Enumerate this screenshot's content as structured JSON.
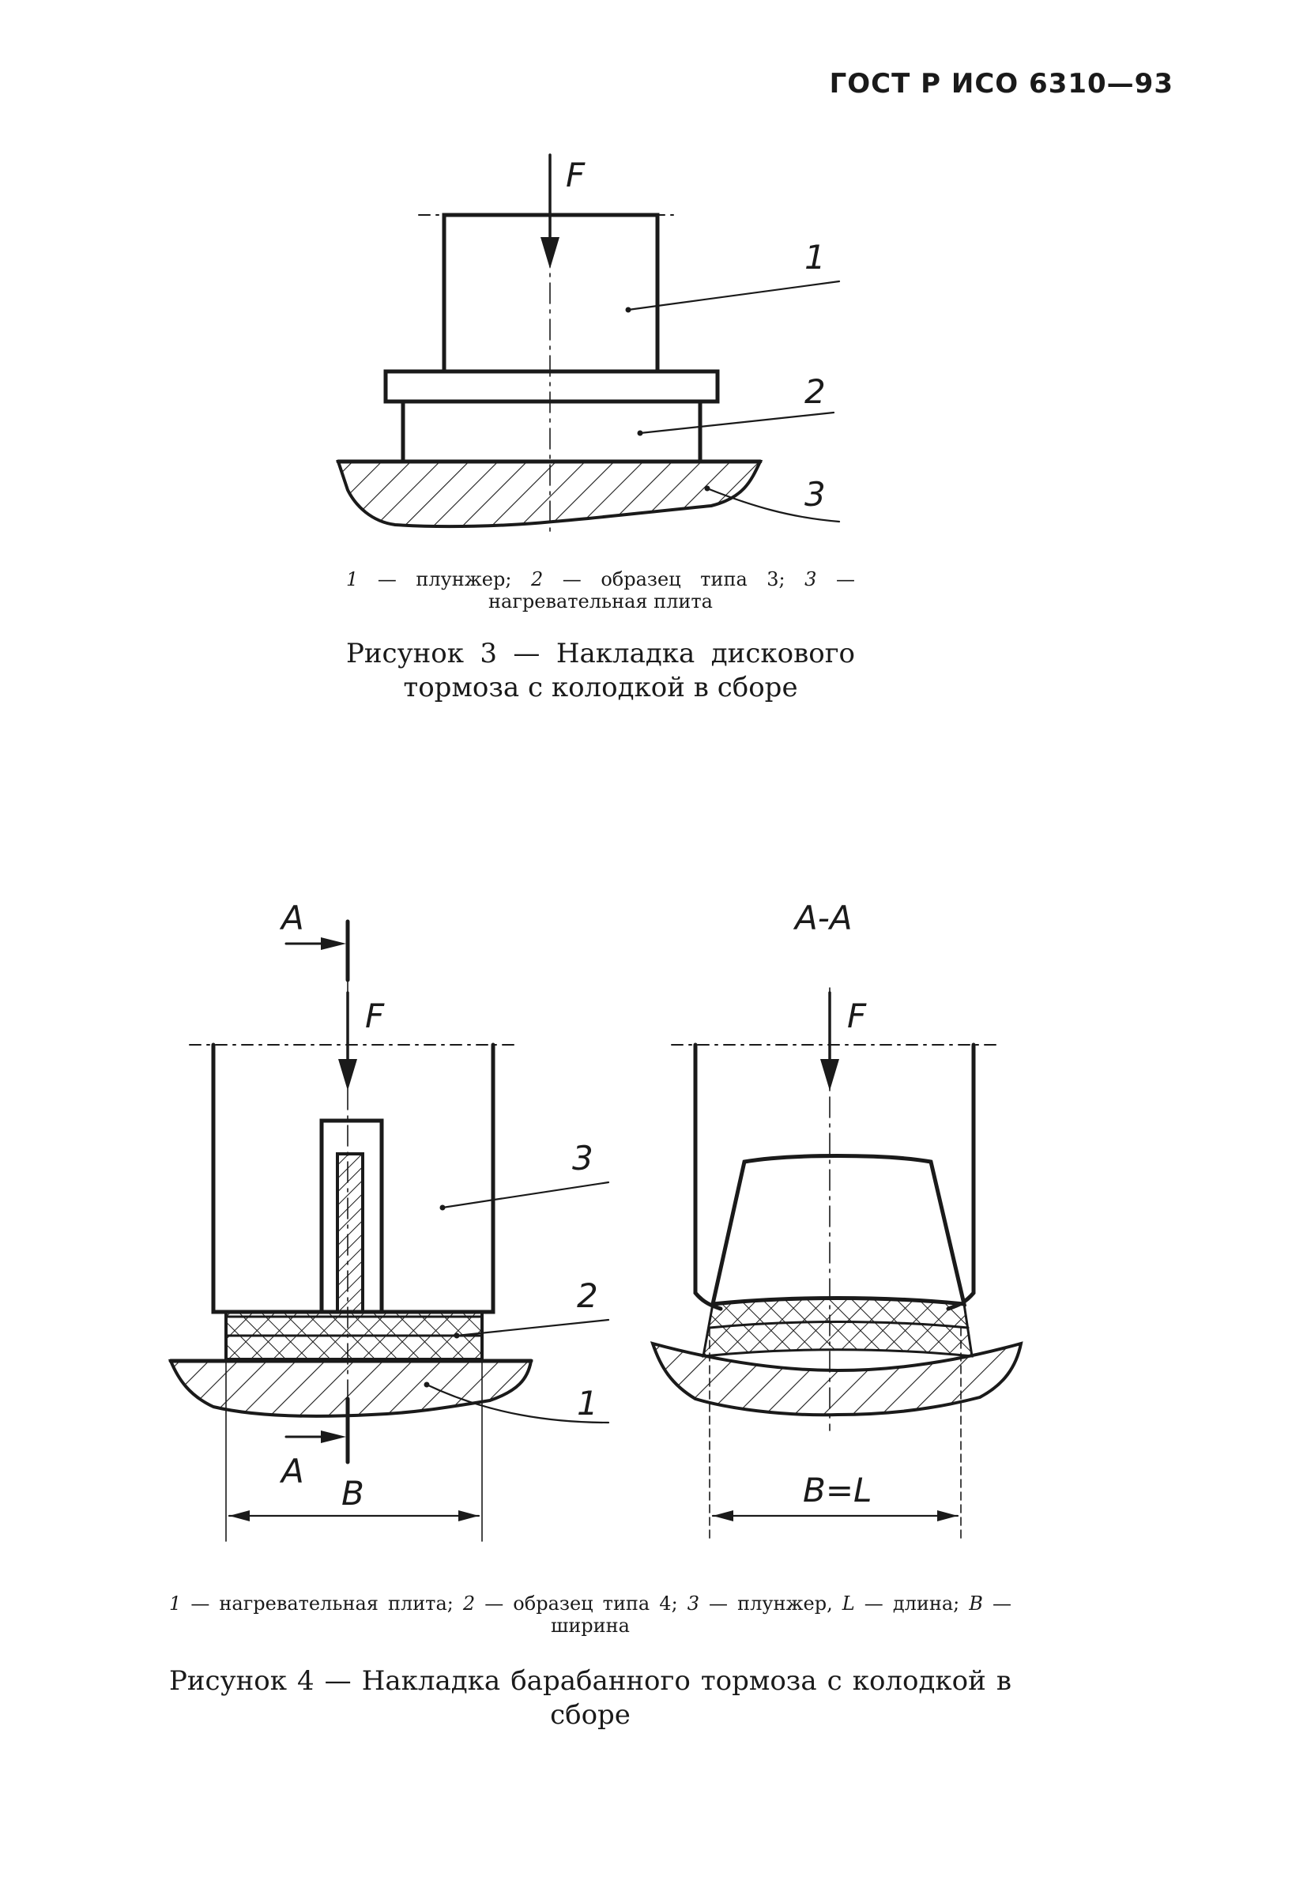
{
  "header": {
    "code": "ГОСТ Р ИСО 6310—93"
  },
  "figure3": {
    "labels": {
      "force": "F",
      "part1": "1",
      "part2": "2",
      "part3": "3"
    },
    "legend": {
      "n1": "1",
      "t1": " — плунжер;  ",
      "n2": "2",
      "t2": " — образец  типа  3;  ",
      "n3": "3",
      "t3": " — нагревательная плита"
    },
    "caption": "Рисунок   3 — Накладка   дискового тормоза с колодкой в сборе"
  },
  "figure4": {
    "labels": {
      "sectionTop": "A",
      "force": "F",
      "part3": "3",
      "part2": "2",
      "part1": "1",
      "sectionBottom": "A",
      "width": "B",
      "sectionTitle": "A-A",
      "forceRight": "F",
      "widthRight": "B=L"
    },
    "legend": {
      "n1": "1",
      "t1": " — нагревательная  плита;  ",
      "n2": "2",
      "t2": " — образец  типа  4;  ",
      "n3": "3",
      "t3": " — плунжер,  ",
      "nL": "L",
      "tL": " — длина; ",
      "nB": "B",
      "tB": " — ширина"
    },
    "caption": "Рисунок  4 — Накладка  барабанного  тормоза  с  колодкой  в сборе"
  }
}
